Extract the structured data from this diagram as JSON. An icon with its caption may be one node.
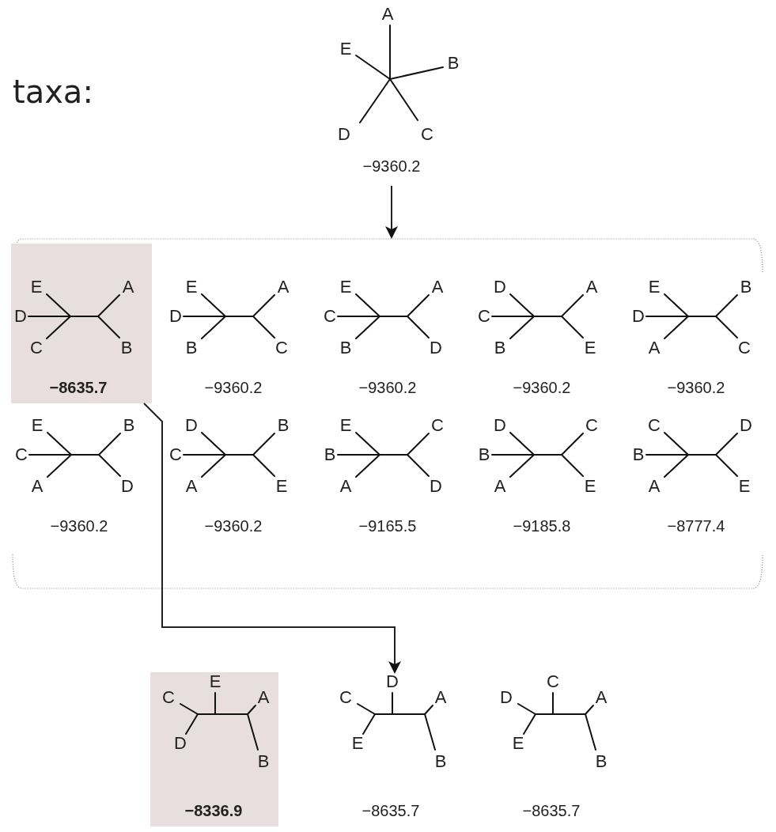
{
  "diagram": {
    "nodes": [
      {
        "text": [
          "A",
          "E",
          "B",
          "D",
          "C",
          "−9360.2"
        ]
      },
      {
        "text": [],
        "shape": "bracket"
      },
      {
        "text": [],
        "shape": "box",
        "in": 1
      },
      {
        "text": [
          "E",
          "A",
          "D",
          "C",
          "B",
          "−8635.7"
        ],
        "in": 2
      },
      {
        "text": [
          "E",
          "A",
          "D",
          "B",
          "C",
          "−9360.2"
        ],
        "in": 1
      },
      {
        "text": [
          "E",
          "A",
          "C",
          "B",
          "D",
          "−9360.2"
        ],
        "in": 1
      },
      {
        "text": [
          "D",
          "A",
          "C",
          "B",
          "E",
          "−9360.2"
        ],
        "in": 1
      },
      {
        "text": [
          "E",
          "B",
          "D",
          "A",
          "C",
          "−9360.2"
        ],
        "in": 1
      },
      {
        "text": [
          "E",
          "B",
          "C",
          "A",
          "D",
          "−9360.2"
        ],
        "in": 1
      },
      {
        "text": [
          "D",
          "B",
          "C",
          "A",
          "E",
          "−9360.2"
        ],
        "in": 1
      },
      {
        "text": [
          "E",
          "C",
          "B",
          "A",
          "D",
          "−9165.5"
        ],
        "in": 1
      },
      {
        "text": [
          "D",
          "C",
          "B",
          "A",
          "E",
          "−9185.8"
        ],
        "in": 1
      },
      {
        "text": [
          "C",
          "D",
          "B",
          "A",
          "E",
          "−8777.4"
        ],
        "in": 1
      },
      {
        "text": [],
        "shape": "box"
      },
      {
        "text": [
          "C",
          "E",
          "A",
          "D",
          "B",
          "−8336.9"
        ],
        "in": 13
      },
      {
        "text": [
          "C",
          "D",
          "A",
          "E",
          "B",
          "−8635.7"
        ]
      },
      {
        "text": [
          "D",
          "C",
          "A",
          "E",
          "B",
          "−8635.7"
        ]
      }
    ],
    "edges": [
      {
        "from": 0,
        "to": 1,
        "arrow": "to"
      },
      {
        "from": 2,
        "to": 15,
        "arrow": "to"
      }
    ],
    "labels": [
      "taxa:"
    ]
  }
}
